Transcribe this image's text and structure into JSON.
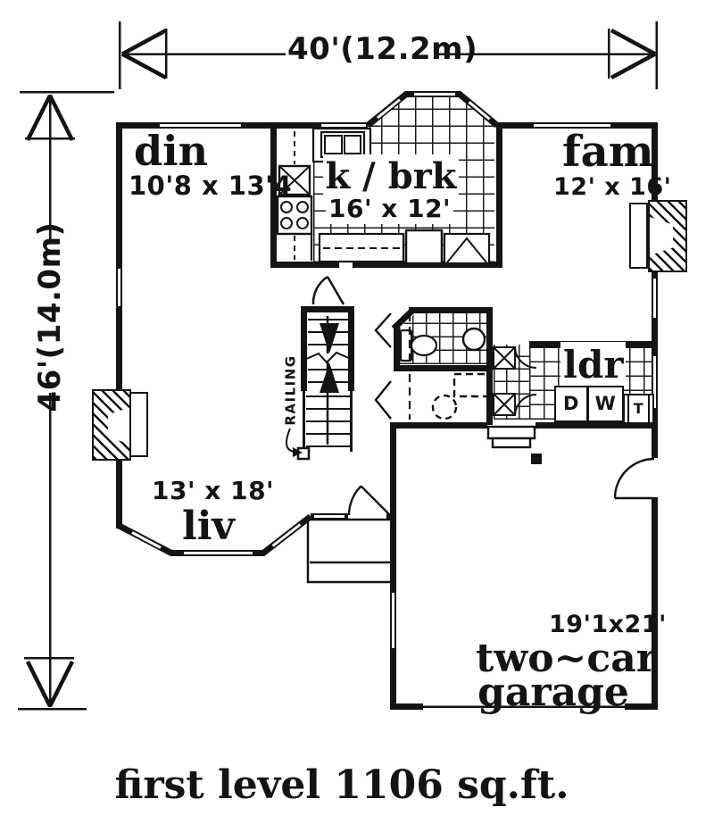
{
  "dim": {
    "width": "40'(12.2m)",
    "height": "46'(14.0m)"
  },
  "rooms": {
    "din": {
      "label": "din",
      "size": "10'8 x 13'4"
    },
    "kbrk": {
      "label": "k / brk",
      "size": "16' x 12'"
    },
    "fam": {
      "label": "fam",
      "size": "12' x 16'"
    },
    "ldr": {
      "label": "ldr",
      "dryer": "D",
      "washer": "W",
      "tub": "T"
    },
    "liv": {
      "label": "liv",
      "size": "13' x 18'"
    },
    "garage": {
      "line1": "two~car",
      "line2": "garage",
      "size": "19'1x21'"
    }
  },
  "annotations": {
    "railing": "RAILING"
  },
  "caption": "first level 1106 sq.ft."
}
